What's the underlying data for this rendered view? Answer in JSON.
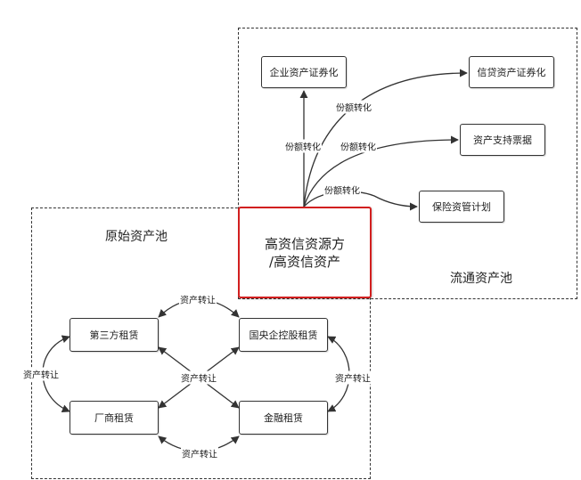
{
  "regions": {
    "original_pool": "原始资产池",
    "circulation_pool": "流通资产池"
  },
  "core": {
    "line1": "高资信资源方",
    "line2": "/高资信资产"
  },
  "circulation_nodes": {
    "enterprise_securitization": "企业资产证券化",
    "credit_securitization": "信贷资产证券化",
    "asset_backed_notes": "资产支持票据",
    "insurance_plan": "保险资管计划"
  },
  "original_nodes": {
    "third_party_leasing": "第三方租赁",
    "state_owned_leasing": "国央企控股租赁",
    "manufacturer_leasing": "厂商租赁",
    "financial_leasing": "金融租赁"
  },
  "edge_labels": {
    "share_transfer_1": "份额转化",
    "share_transfer_2": "份额转化",
    "share_transfer_3": "份额转化",
    "share_transfer_4": "份额转化",
    "asset_transfer_top": "资产转让",
    "asset_transfer_left": "资产转让",
    "asset_transfer_center": "资产转让",
    "asset_transfer_right": "资产转让",
    "asset_transfer_bottom": "资产转让"
  },
  "colors": {
    "core_border": "#d21f1f",
    "line": "#333333"
  }
}
